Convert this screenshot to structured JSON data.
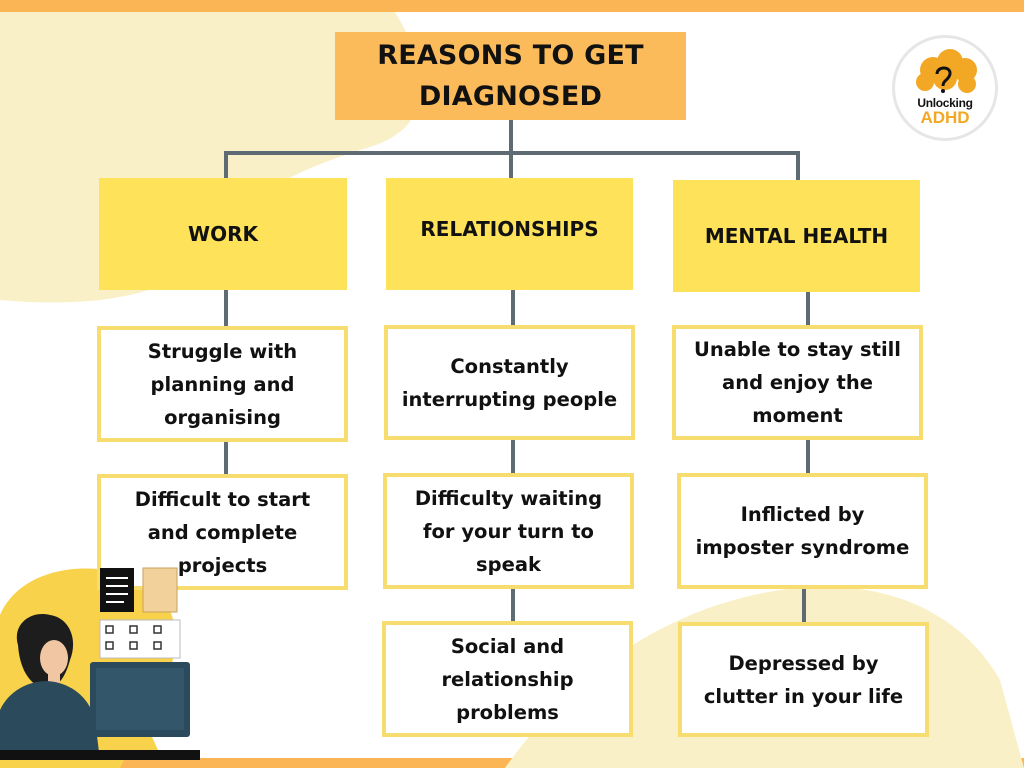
{
  "title": "REASONS TO GET DIAGNOSED",
  "logo": {
    "line1": "Unlocking",
    "line2": "ADHD"
  },
  "columns": [
    {
      "heading": "WORK",
      "items": [
        "Struggle with planning and organising",
        "Difficult to start and complete projects"
      ]
    },
    {
      "heading": "RELATIONSHIPS",
      "items": [
        "Constantly interrupting people",
        "Difficulty waiting for your turn to speak",
        "Social and relationship problems"
      ]
    },
    {
      "heading": "MENTAL HEALTH",
      "items": [
        "Unable to stay still and enjoy the moment",
        "Inflicted by imposter syndrome",
        "Depressed by clutter in your life"
      ]
    }
  ],
  "colors": {
    "band": "#fbb554",
    "title_box": "#fbbb5a",
    "category_box": "#fde25a",
    "card_border": "#f7dc6f",
    "connector": "#5f6b73",
    "blob": "#faf0c8",
    "logo_accent": "#f2a825"
  },
  "icons": [
    "brain-logo-icon",
    "woman-at-computer-illustration"
  ]
}
